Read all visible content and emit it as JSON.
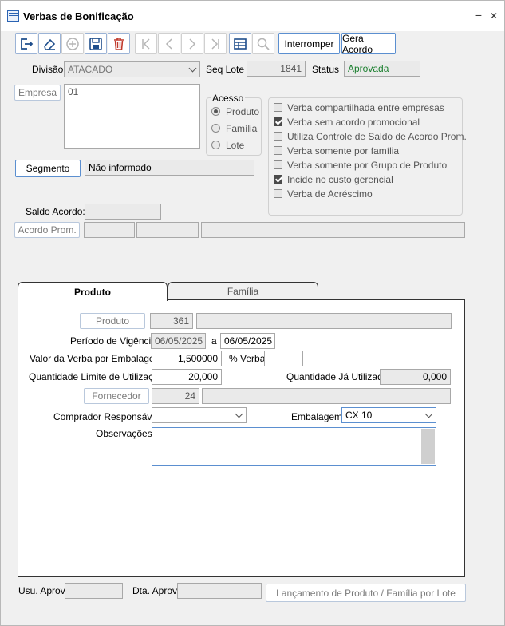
{
  "window": {
    "title": "Verbas de Bonificação",
    "minimize_glyph": "−",
    "close_glyph": "✕"
  },
  "toolbar": {
    "icons": [
      "exit-icon",
      "eraser-icon",
      "add-icon",
      "save-icon",
      "delete-icon",
      "first-icon",
      "prev-icon",
      "next-icon",
      "last-icon",
      "grid-icon",
      "search-icon"
    ],
    "interromper_label": "Interromper",
    "gera_acordo_label": "Gera Acordo"
  },
  "header": {
    "divisao_label": "Divisão",
    "divisao_value": "ATACADO",
    "seq_lote_label": "Seq Lote",
    "seq_lote_value": "1841",
    "status_label": "Status",
    "status_value": "Aprovada",
    "empresa_button": "Empresa",
    "empresa_value": "01",
    "segmento_button": "Segmento",
    "segmento_value": "Não informado",
    "saldo_acordo_label": "Saldo Acordo:",
    "saldo_acordo_value": "",
    "acordo_prom_button": "Acordo Prom."
  },
  "acesso": {
    "title": "Acesso",
    "options": [
      {
        "label": "Produto",
        "selected": true
      },
      {
        "label": "Família",
        "selected": false
      },
      {
        "label": "Lote",
        "selected": false
      }
    ]
  },
  "checks": [
    {
      "label": "Verba compartilhada entre empresas",
      "checked": false
    },
    {
      "label": "Verba sem acordo promocional",
      "checked": true
    },
    {
      "label": "Utiliza Controle de Saldo de Acordo Prom.",
      "checked": false
    },
    {
      "label": "Verba somente por família",
      "checked": false
    },
    {
      "label": "Verba somente por Grupo de Produto",
      "checked": false
    },
    {
      "label": "Incide no custo gerencial",
      "checked": true
    },
    {
      "label": "Verba de Acréscimo",
      "checked": false
    }
  ],
  "tabs": [
    {
      "label": "Produto",
      "active": true
    },
    {
      "label": "Família",
      "active": false
    }
  ],
  "produto": {
    "produto_button": "Produto",
    "produto_code": "361",
    "produto_desc": "",
    "periodo_label": "Período de Vigência",
    "periodo_from": "06/05/2025",
    "periodo_sep": "a",
    "periodo_to": "06/05/2025",
    "valor_label": "Valor da Verba por Embalagem",
    "valor_value": "1,500000",
    "pct_label": "% Verba",
    "pct_value": "",
    "qtd_limite_label": "Quantidade Limite de Utilização",
    "qtd_limite_value": "20,000",
    "qtd_usada_label": "Quantidade Já Utilizada",
    "qtd_usada_value": "0,000",
    "fornecedor_button": "Fornecedor",
    "fornecedor_code": "24",
    "fornecedor_desc": "",
    "comprador_label": "Comprador Responsável",
    "comprador_value": "",
    "embalagem_label": "Embalagem",
    "embalagem_value": "CX 10",
    "observacoes_label": "Observações",
    "observacoes_value": ""
  },
  "footer": {
    "usu_aprov_label": "Usu. Aprov.",
    "usu_aprov_value": "",
    "dta_aprov_label": "Dta. Aprov.",
    "dta_aprov_value": "",
    "lancamento_button": "Lançamento de Produto / Família por Lote"
  },
  "colors": {
    "accent": "#5b8fd0",
    "status_green": "#1a7f2e",
    "delete_red": "#c0392b"
  }
}
